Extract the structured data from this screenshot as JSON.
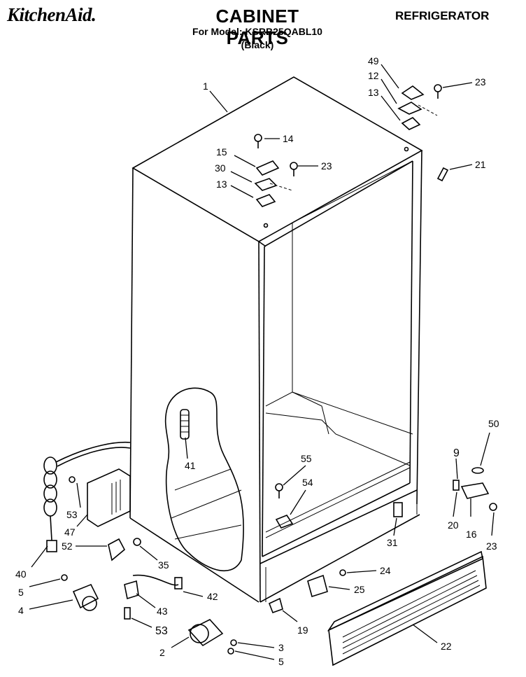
{
  "header": {
    "brand": "KitchenAid.",
    "title": "CABINET PARTS",
    "subtitle": "For Model: KSRB25QABL10",
    "color": "(Black)",
    "category": "REFRIGERATOR"
  },
  "callouts": {
    "c1": "1",
    "c2": "2",
    "c3": "3",
    "c4": "4",
    "c5a": "5",
    "c5b": "5",
    "c9": "9",
    "c12": "12",
    "c13a": "13",
    "c13b": "13",
    "c14": "14",
    "c15": "15",
    "c16": "16",
    "c19": "19",
    "c20": "20",
    "c21": "21",
    "c22": "22",
    "c23a": "23",
    "c23b": "23",
    "c23c": "23",
    "c24": "24",
    "c25": "25",
    "c30": "30",
    "c31": "31",
    "c35": "35",
    "c40": "40",
    "c41": "41",
    "c42": "42",
    "c43": "43",
    "c47": "47",
    "c49": "49",
    "c50": "50",
    "c52": "52",
    "c53a": "53",
    "c53b": "53",
    "c54": "54",
    "c55": "55"
  }
}
